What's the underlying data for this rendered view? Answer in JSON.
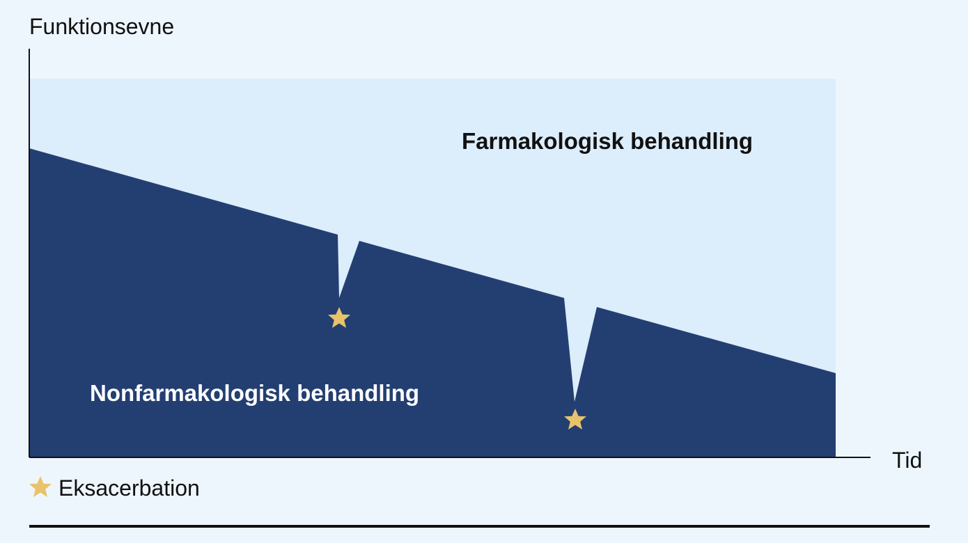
{
  "chart_data": {
    "type": "area",
    "title": "",
    "ylabel": "Funktionsevne",
    "xlabel": "Tid",
    "regions": [
      {
        "name": "Farmakologisk behandling",
        "color": "#dcedfb"
      },
      {
        "name": "Nonfarmakologisk behandling",
        "color": "#233f72"
      }
    ],
    "legend": {
      "symbol": "star",
      "label": "Eksacerbation",
      "color": "#e8c36a",
      "placement": "bottom-left"
    },
    "exacerbation_count": 2
  },
  "colors": {
    "background": "#eef6fd",
    "light": "#dcedfb",
    "dark": "#233f72",
    "star": "#e8c36a",
    "axis": "#111111"
  }
}
